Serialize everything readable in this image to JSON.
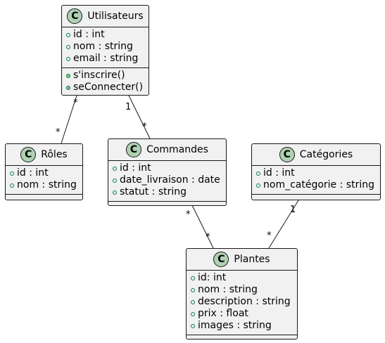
{
  "classes": {
    "utilisateurs": {
      "name": "Utilisateurs",
      "badge": "C",
      "attributes": [
        "id : int",
        "nom : string",
        "email : string"
      ],
      "methods": [
        "s'inscrire()",
        "seConnecter()"
      ]
    },
    "roles": {
      "name": "Rôles",
      "badge": "C",
      "attributes": [
        "id : int",
        "nom : string"
      ],
      "methods": []
    },
    "commandes": {
      "name": "Commandes",
      "badge": "C",
      "attributes": [
        "id : int",
        "date_livraison : date",
        "statut : string"
      ],
      "methods": []
    },
    "categories": {
      "name": "Catégories",
      "badge": "C",
      "attributes": [
        "id : int",
        "nom_catégorie : string"
      ],
      "methods": []
    },
    "plantes": {
      "name": "Plantes",
      "badge": "C",
      "attributes": [
        "id: int",
        "nom : string",
        "description : string",
        "prix : float",
        "images : string"
      ],
      "methods": []
    }
  },
  "associations": [
    {
      "from": "Utilisateurs",
      "to": "Rôles",
      "from_mult": "*",
      "to_mult": "*"
    },
    {
      "from": "Utilisateurs",
      "to": "Commandes",
      "from_mult": "1",
      "to_mult": "*"
    },
    {
      "from": "Commandes",
      "to": "Plantes",
      "from_mult": "*",
      "to_mult": "*"
    },
    {
      "from": "Catégories",
      "to": "Plantes",
      "from_mult": "1",
      "to_mult": "*"
    }
  ],
  "colors": {
    "class_fill": "#f1f1f1",
    "border": "#181818",
    "badge_fill": "#add1b2",
    "visibility_public": "#84be84"
  }
}
